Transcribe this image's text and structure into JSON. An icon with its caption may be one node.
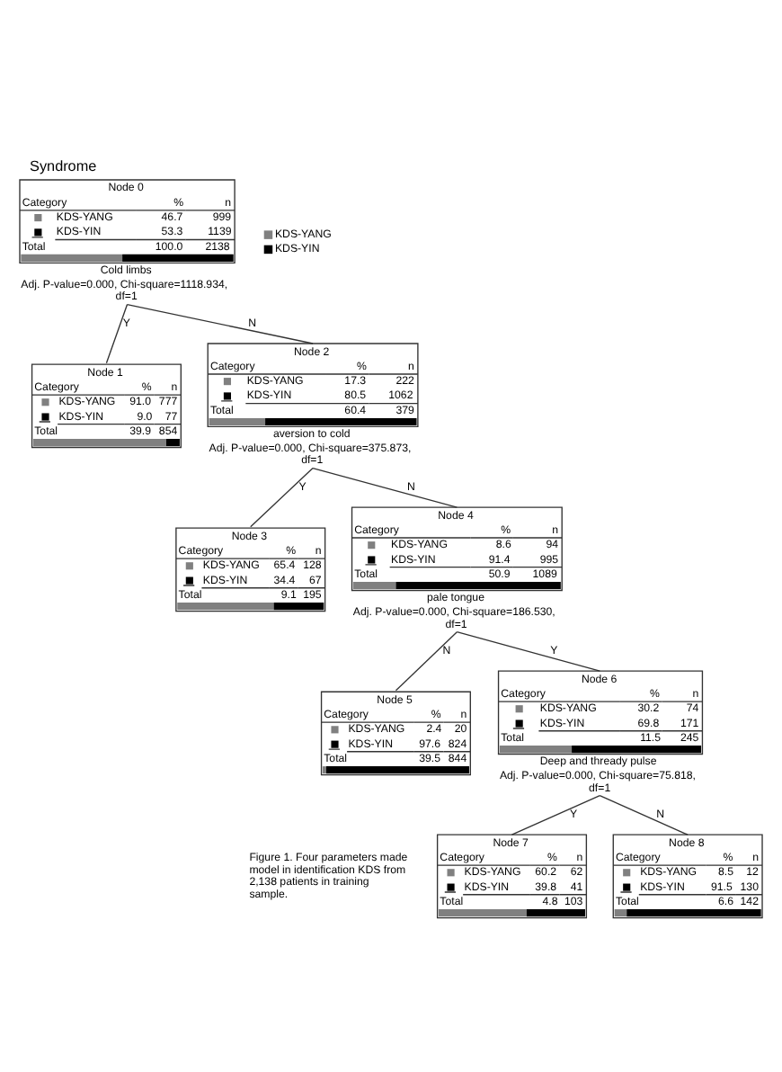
{
  "diagram": {
    "title": "Syndrome",
    "caption": "Figure 1. Four parameters made model in identification KDS from 2,138 patients in training sample.",
    "nodes": [
      {
        "text": [
          "Node 0",
          "Category",
          "%",
          "n",
          "KDS-YANG",
          "46.7",
          "999",
          "KDS-YIN",
          "53.3",
          "1139",
          "Total",
          "100.0",
          "2138"
        ],
        "beside": [
          "Cold limbs",
          "Adj. P-value=0.000, Chi-square=1118.934, df=1"
        ]
      },
      {
        "text": [
          "Node 1",
          "Category",
          "%",
          "n",
          "KDS-YANG",
          "91.0",
          "777",
          "KDS-YIN",
          "9.0",
          "77",
          "Total",
          "39.9",
          "854"
        ]
      },
      {
        "text": [
          "Node 2",
          "Category",
          "%",
          "n",
          "KDS-YANG",
          "17.3",
          "222",
          "KDS-YIN",
          "80.5",
          "1062",
          "Total",
          "60.4",
          "379"
        ],
        "beside": [
          "aversion to cold",
          "Adj. P-value=0.000, Chi-square=375.873, df=1"
        ]
      },
      {
        "text": [
          "Node 3",
          "Category",
          "%",
          "n",
          "KDS-YANG",
          "65.4",
          "128",
          "KDS-YIN",
          "34.4",
          "67",
          "Total",
          "9.1",
          "195"
        ]
      },
      {
        "text": [
          "Node 4",
          "Category",
          "%",
          "n",
          "KDS-YANG",
          "8.6",
          "94",
          "KDS-YIN",
          "91.4",
          "995",
          "Total",
          "50.9",
          "1089"
        ],
        "beside": [
          "pale tongue",
          "Adj. P-value=0.000, Chi-square=186.530, df=1"
        ]
      },
      {
        "text": [
          "Node 5",
          "Category",
          "%",
          "n",
          "KDS-YANG",
          "2.4",
          "20",
          "KDS-YIN",
          "97.6",
          "824",
          "Total",
          "39.5",
          "844"
        ]
      },
      {
        "text": [
          "Node 6",
          "Category",
          "%",
          "n",
          "KDS-YANG",
          "30.2",
          "74",
          "KDS-YIN",
          "69.8",
          "171",
          "Total",
          "11.5",
          "245"
        ],
        "beside": [
          "Deep and thready pulse",
          "Adj. P-value=0.000, Chi-square=75.818, df=1"
        ]
      },
      {
        "text": [
          "Node 7",
          "Category",
          "%",
          "n",
          "KDS-YANG",
          "60.2",
          "62",
          "KDS-YIN",
          "39.8",
          "41",
          "Total",
          "4.8",
          "103"
        ]
      },
      {
        "text": [
          "Node 8",
          "Category",
          "%",
          "n",
          "KDS-YANG",
          "8.5",
          "12",
          "KDS-YIN",
          "91.5",
          "130",
          "Total",
          "6.6",
          "142"
        ]
      }
    ],
    "edges": [
      {
        "from": 0,
        "to": 1,
        "arrow": "none",
        "label": "Y"
      },
      {
        "from": 0,
        "to": 2,
        "arrow": "none",
        "label": "N"
      },
      {
        "from": 2,
        "to": 3,
        "arrow": "none",
        "label": "Y"
      },
      {
        "from": 2,
        "to": 4,
        "arrow": "none",
        "label": "N"
      },
      {
        "from": 4,
        "to": 5,
        "arrow": "none",
        "label": "N"
      },
      {
        "from": 4,
        "to": 6,
        "arrow": "none",
        "label": "Y"
      },
      {
        "from": 6,
        "to": 7,
        "arrow": "none",
        "label": "Y"
      },
      {
        "from": 6,
        "to": 8,
        "arrow": "none",
        "label": "N"
      }
    ],
    "legend": [
      {
        "text": "KDS-YANG",
        "color": "#808080"
      },
      {
        "text": "KDS-YIN",
        "color": "#000000"
      }
    ]
  }
}
